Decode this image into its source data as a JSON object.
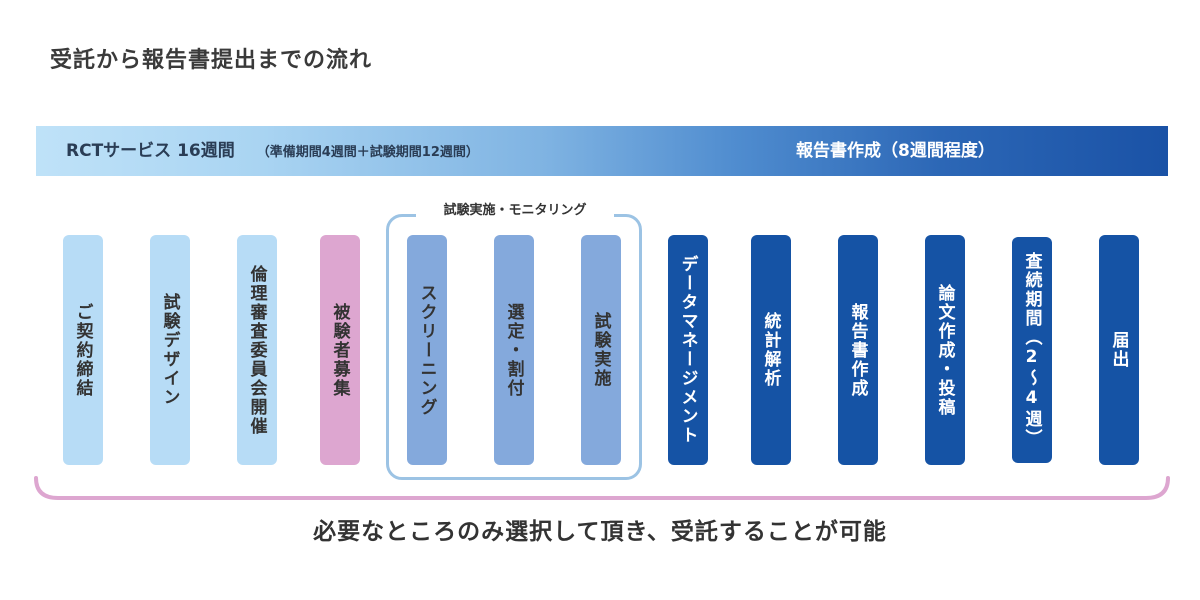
{
  "title": "受託から報告書提出までの流れ",
  "timeline": {
    "main_label": "RCTサービス 16週間",
    "sub_label": "（準備期間4週間＋試験期間12週間）",
    "report_label": "報告書作成（8週間程度）"
  },
  "group": {
    "label": "試験実施・モニタリング"
  },
  "steps": [
    {
      "label": "ご契約締結",
      "color": "#b7dcf6"
    },
    {
      "label": "試験デザイン",
      "color": "#b7dcf6"
    },
    {
      "label": "倫理審査委員会開催",
      "color": "#b7dcf6"
    },
    {
      "label": "被験者募集",
      "color": "#dda6d0"
    },
    {
      "label": "スクリーニング",
      "color": "#84a9dc"
    },
    {
      "label": "選定・割付",
      "color": "#84a9dc"
    },
    {
      "label": "試験実施",
      "color": "#84a9dc"
    },
    {
      "label": "データマネージメント",
      "color": "#1553a5"
    },
    {
      "label": "統計解析",
      "color": "#1553a5"
    },
    {
      "label": "報告書作成",
      "color": "#1553a5"
    },
    {
      "label": "論文作成・投稿",
      "color": "#1553a5"
    },
    {
      "label": "査続期間（2～4週）",
      "color": "#1553a5"
    },
    {
      "label": "届出",
      "color": "#1553a5"
    }
  ],
  "footer": "必要なところのみ選択して頂き、受託することが可能",
  "colors": {
    "bar_start": "#bfe2f8",
    "bar_end": "#1a52a6",
    "group_border": "#9cc3e4",
    "bracket": "#dda6d0"
  }
}
